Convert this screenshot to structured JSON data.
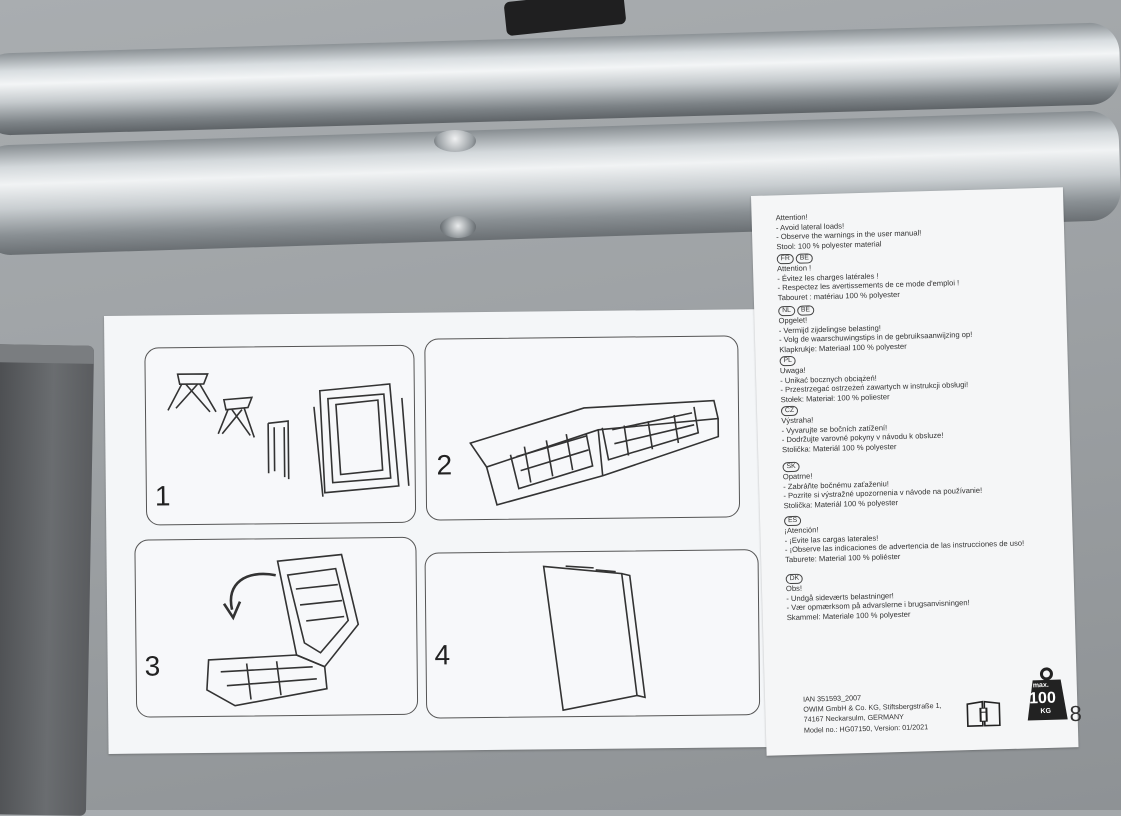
{
  "side_label": {
    "blocks": [
      {
        "codes": [],
        "lines": [
          "Attention!",
          "- Avoid lateral loads!",
          "- Observe the warnings in the user manual!",
          "Stool: 100 % polyester material"
        ]
      },
      {
        "codes": [
          "FR",
          "BE"
        ],
        "lines": [
          "Attention !",
          "- Évitez les charges latérales !",
          "- Respectez les avertissements de ce mode d'emploi !",
          "Tabouret : matériau 100 % polyester"
        ]
      },
      {
        "codes": [
          "NL",
          "BE"
        ],
        "lines": [
          "Opgelet!",
          "- Vermijd zijdelingse belasting!",
          "- Volg de waarschuwingstips in de gebruiksaanwijzing op!",
          "Klapkrukje: Materiaal 100 % polyester"
        ]
      },
      {
        "codes": [
          "PL"
        ],
        "lines": [
          "Uwaga!",
          "- Unikać bocznych obciążeń!",
          "- Przestrzegać ostrzeżeń zawartych w instrukcji obsługi!",
          "Stołek: Materiał: 100 % poliester"
        ]
      },
      {
        "codes": [
          "CZ"
        ],
        "lines": [
          "Výstraha!",
          "- Vyvarujte se bočních zatížení!",
          "- Dodržujte varovné pokyny v návodu k obsluze!",
          "Stolička: Materiál 100 % polyester"
        ]
      },
      {
        "codes": [
          "SK"
        ],
        "lines": [
          "Opatrne!",
          "- Zabráňte bočnému zaťaženiu!",
          "- Pozrite si výstražné upozornenia v návode na používanie!",
          "Stolička: Materiál 100 % polyester"
        ]
      },
      {
        "codes": [
          "ES"
        ],
        "lines": [
          "¡Atención!",
          "- ¡Evite las cargas laterales!",
          "- ¡Observe las indicaciones de advertencia de las instrucciones de uso!",
          "Taburete: Material 100 % poliéster"
        ]
      },
      {
        "codes": [
          "DK"
        ],
        "lines": [
          "Obs!",
          "- Undgå sideværts belastninger!",
          "- Vær opmærksom på advarslerne i brugsanvisningen!",
          "Skammel: Materiale 100 % polyester"
        ]
      }
    ],
    "footer": [
      "IAN 351593_2007",
      "OWIM GmbH & Co. KG, Stiftsbergstraße 1,",
      "74167 Neckarsulm, GERMANY",
      "Model no.: HG07150, Version: 01/2021"
    ],
    "weight_max": "max.",
    "weight_value": "100",
    "weight_unit": "KG",
    "page_number": "8"
  },
  "instructions": {
    "steps": [
      "1",
      "2",
      "3",
      "4"
    ]
  },
  "colors": {
    "tube_light": "#e4e7ea",
    "tube_dark": "#8f9599",
    "label_bg": "#f4f6f8",
    "stool_fabric": "#5d6063"
  }
}
